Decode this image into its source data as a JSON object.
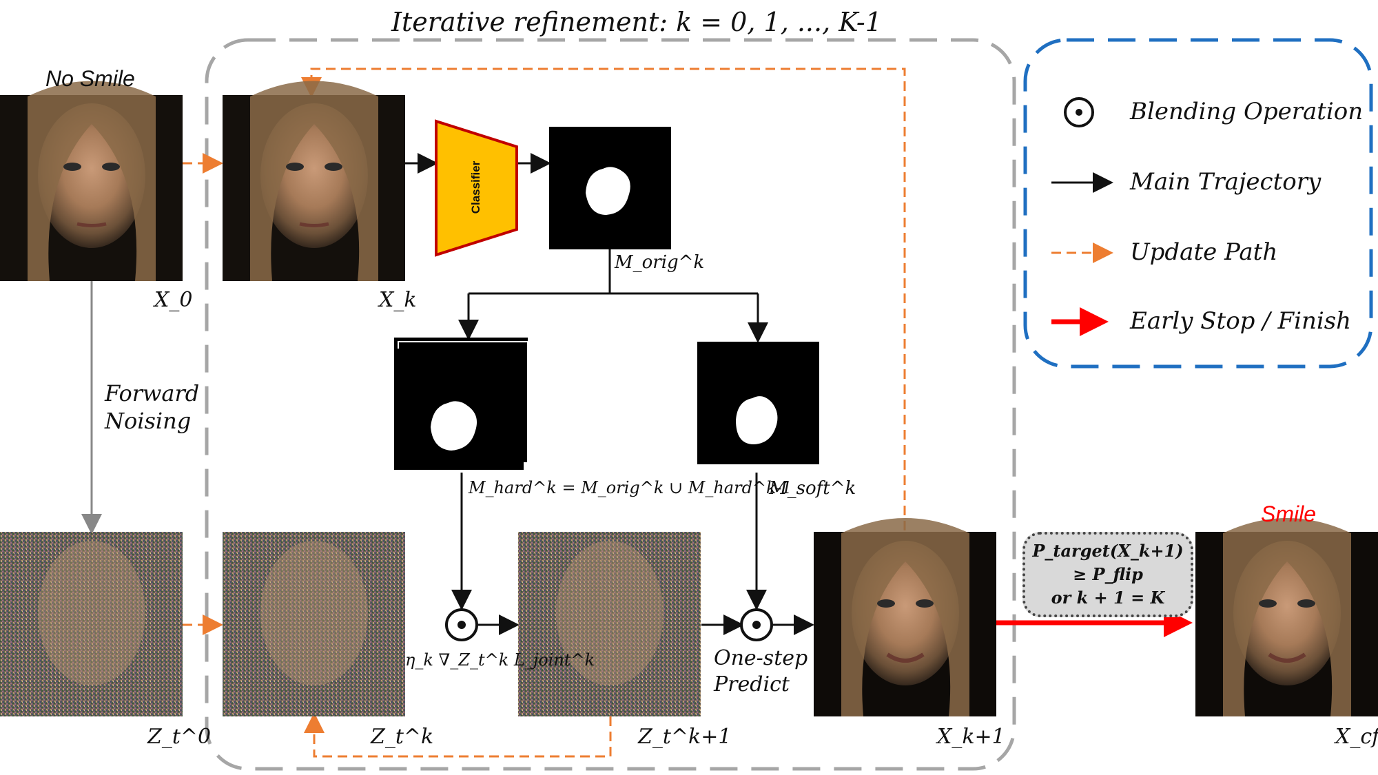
{
  "title": "Iterative refinement: k = 0, 1, ..., K-1",
  "labels": {
    "no_smile": "No Smile",
    "smile": "Smile",
    "forward_noising_1": "Forward",
    "forward_noising_2": "Noising",
    "one_step_1": "One-step",
    "one_step_2": "Predict",
    "classifier": "Classifier"
  },
  "legend": {
    "blending": "Blending Operation",
    "main": "Main Trajectory",
    "update": "Update Path",
    "early": "Early Stop / Finish"
  },
  "condition": {
    "line1": "P_target(X_k+1)",
    "line2": "≥ P_flip",
    "line3": "or k + 1 = K"
  },
  "variables": {
    "x0": "X_0",
    "xk": "X_k",
    "xk1": "X_k+1",
    "xcf": "X_cf",
    "zt0": "Z_t^0",
    "ztk": "Z_t^k",
    "ztk1": "Z_t^k+1",
    "m_orig": "M_orig^k",
    "m_hard": "M_hard^k = M_orig^k ∪ M_hard^k-1",
    "m_soft": "M_soft^k",
    "grad": "η_k ∇_Z_t^k L_joint^k"
  },
  "colors": {
    "update": "#ed7d31",
    "early": "#ff0000",
    "legend_border": "#1f6fc1",
    "loop_border": "#a6a6a6",
    "classifier_fill": "#ffc000",
    "classifier_border": "#c00000",
    "smile_label": "#ff0000"
  }
}
